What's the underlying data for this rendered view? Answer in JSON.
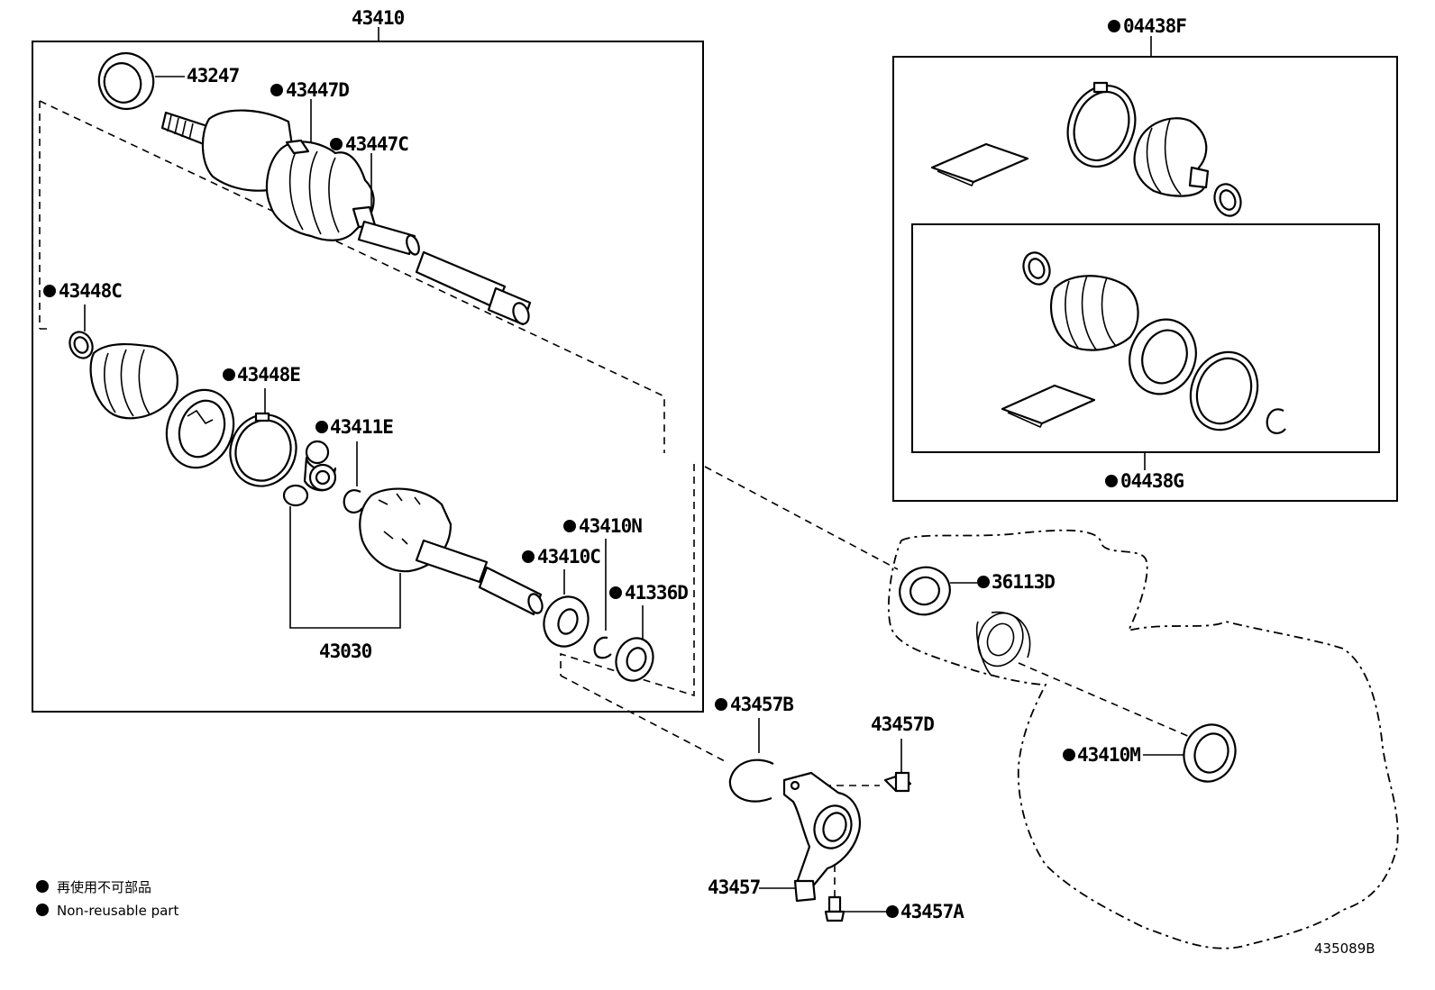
{
  "labels": {
    "p43410": "43410",
    "p43247": "43247",
    "p43447D": "43447D",
    "p43447C": "43447C",
    "p43448C": "43448C",
    "p43448E": "43448E",
    "p43411E": "43411E",
    "p43410N": "43410N",
    "p43410C": "43410C",
    "p41336D": "41336D",
    "p43030": "43030",
    "p04438F": "04438F",
    "p04438G": "04438G",
    "p36113D": "36113D",
    "p43457B": "43457B",
    "p43457D": "43457D",
    "p43410M": "43410M",
    "p43457": "43457",
    "p43457A": "43457A"
  },
  "legend": {
    "japanese": "再使用不可部品",
    "english": "Non-reusable part"
  },
  "drawing_id": "435089B",
  "colors": {
    "ink": "#000000",
    "paper": "#ffffff"
  }
}
